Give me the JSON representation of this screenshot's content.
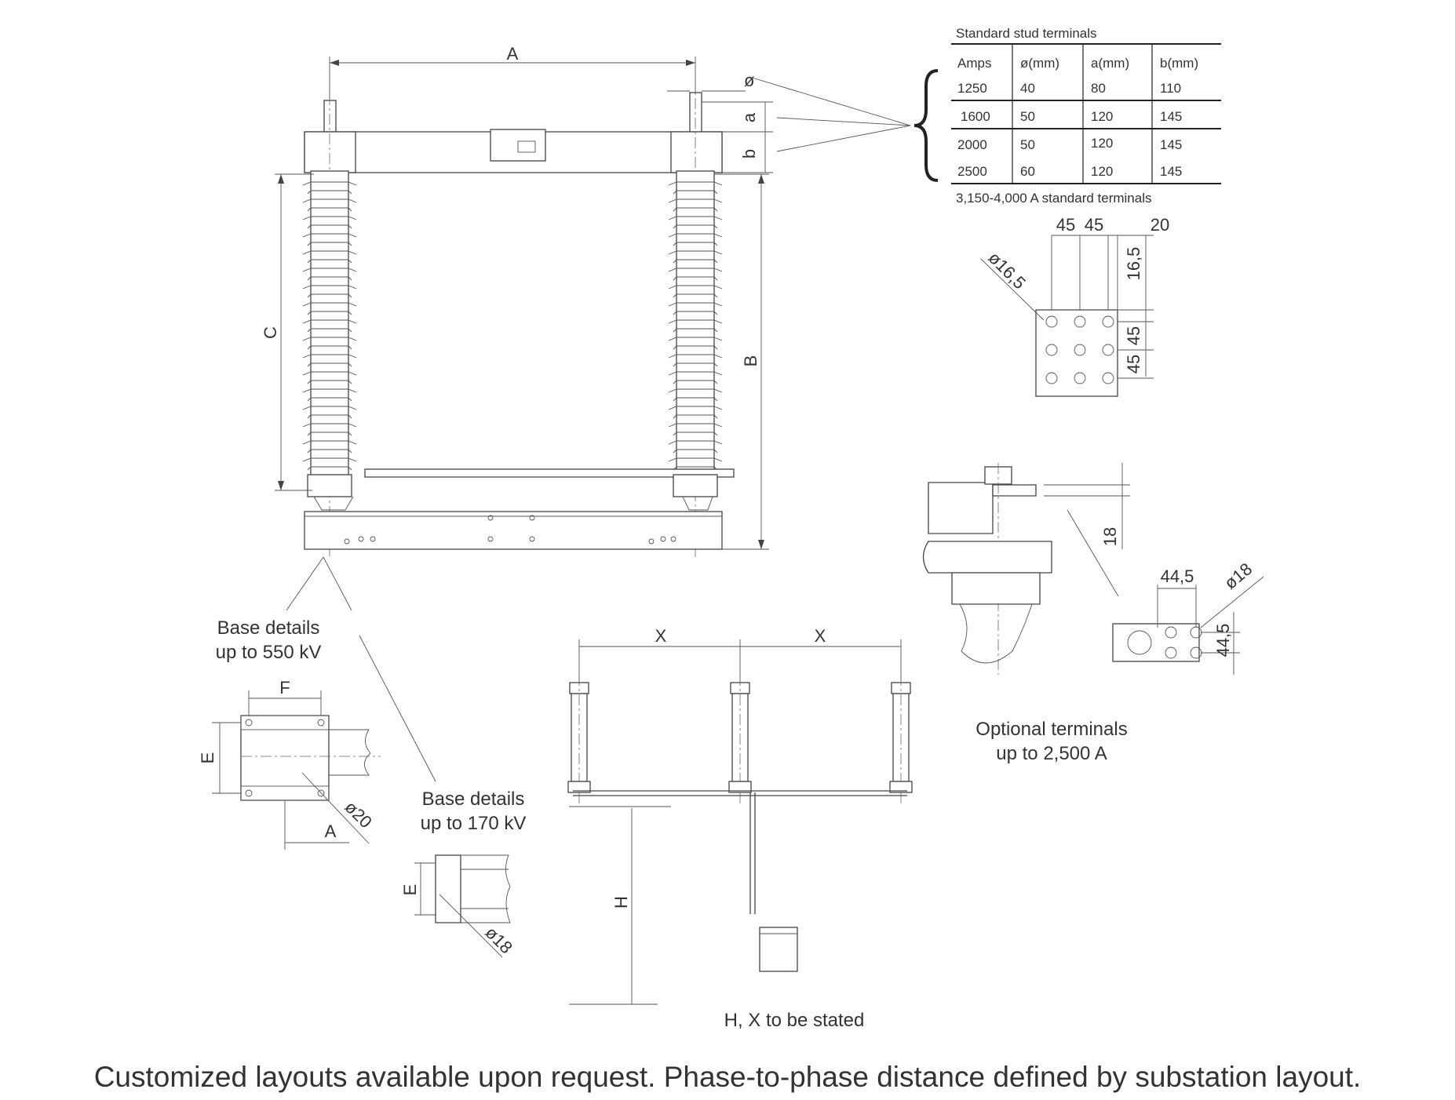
{
  "stud_table": {
    "title": "Standard stud terminals",
    "columns": [
      "Amps",
      "ø(mm)",
      "a(mm)",
      "b(mm)"
    ],
    "rows": [
      [
        "1250",
        "40",
        "80",
        "110"
      ],
      [
        "1600",
        "50",
        "120",
        "145"
      ],
      [
        "2000",
        "50",
        "120",
        "145"
      ],
      [
        "2500",
        "60",
        "120",
        "145"
      ]
    ],
    "note": "3,150-4,000 A standard terminals"
  },
  "main_view": {
    "dim_a": "A",
    "dim_b": "B",
    "dim_c": "C",
    "dim_phi": "ø",
    "dim_sa": "a",
    "dim_sb": "b"
  },
  "terminal_plate": {
    "d1": "45",
    "d2": "45",
    "d3": "20",
    "d4": "16,5",
    "d5": "45",
    "d6": "45",
    "hole": "ø16,5"
  },
  "optional_terminal": {
    "d18": "18",
    "d445a": "44,5",
    "d445b": "44,5",
    "hole": "ø18",
    "caption_line1": "Optional terminals",
    "caption_line2": "up to 2,500 A"
  },
  "base_550": {
    "caption_line1": "Base details",
    "caption_line2": "up to 550 kV",
    "dim_f": "F",
    "dim_e": "E",
    "dim_a": "A",
    "hole": "ø20"
  },
  "base_170": {
    "caption_line1": "Base details",
    "caption_line2": "up to 170 kV",
    "dim_e": "E",
    "hole": "ø18"
  },
  "three_phase": {
    "dim_x1": "X",
    "dim_x2": "X",
    "dim_h": "H",
    "caption": "H, X to be stated"
  },
  "footer": "Customized layouts available upon request. Phase-to-phase distance defined by substation layout."
}
